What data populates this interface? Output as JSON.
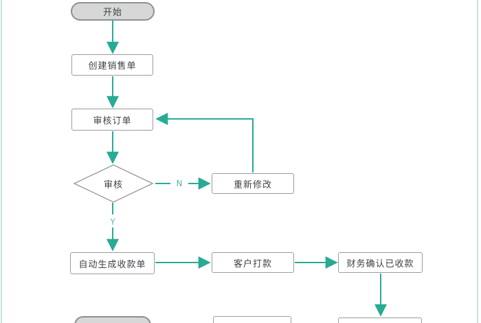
{
  "diagram": {
    "kind": "flowchart",
    "nodes": {
      "start": {
        "label": "开始",
        "type": "terminator"
      },
      "create_sales_order": {
        "label": "创建销售单",
        "type": "process"
      },
      "review_order": {
        "label": "审核订单",
        "type": "process"
      },
      "review_decision": {
        "label": "审核",
        "type": "decision"
      },
      "revise": {
        "label": "重新修改",
        "type": "process"
      },
      "auto_generate_receipt": {
        "label": "自动生成收款单",
        "type": "process"
      },
      "customer_payment": {
        "label": "客户打款",
        "type": "process"
      },
      "finance_confirm_received": {
        "label": "财务确认已收款",
        "type": "process"
      }
    },
    "branch_labels": {
      "no": "N",
      "yes": "Y"
    },
    "colors": {
      "connector": "#27ab94",
      "branch_label": "#55b6a4",
      "node_border": "#9b9b9b",
      "node_fill": "#ffffff",
      "terminator_fill": "#d7d7d7",
      "terminator_border": "#8b9093",
      "text": "#3e4247",
      "page_edge": "#c3e3de"
    }
  }
}
